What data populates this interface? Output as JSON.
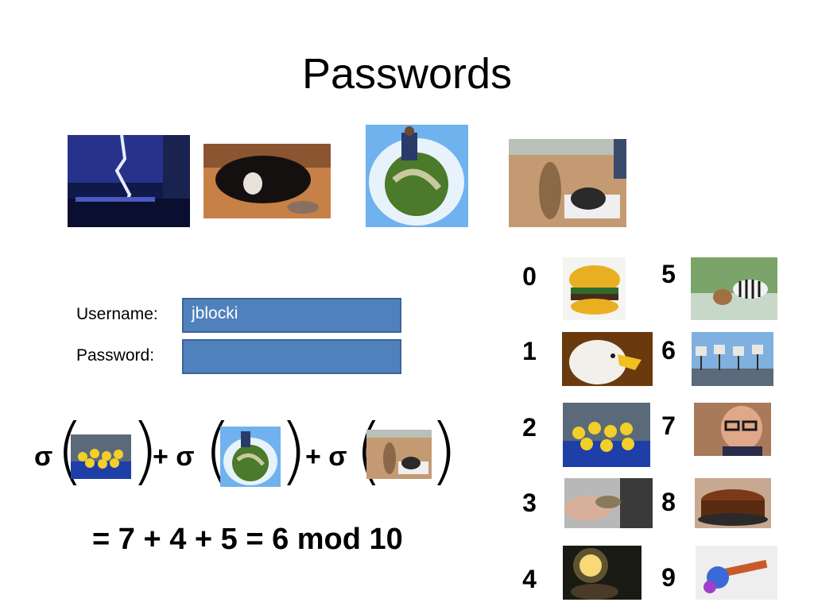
{
  "slide": {
    "title": "Passwords"
  },
  "photos": {
    "top": [
      "lightning-storm-photo",
      "dog-photo",
      "tiny-planet-photo",
      "kangaroo-photo"
    ],
    "digits": [
      "0",
      "1",
      "2",
      "3",
      "4",
      "5",
      "6",
      "7",
      "8",
      "9"
    ]
  },
  "login": {
    "username_label": "Username:",
    "username_value": "jblocki",
    "password_label": "Password:",
    "password_value": ""
  },
  "equation": {
    "sigma": "σ",
    "plus_sigma": "+ σ",
    "result": "= 7 + 4 + 5 = 6 mod 10"
  },
  "colors": {
    "field_fill": "#4f81bd",
    "field_border": "#3a6496"
  }
}
